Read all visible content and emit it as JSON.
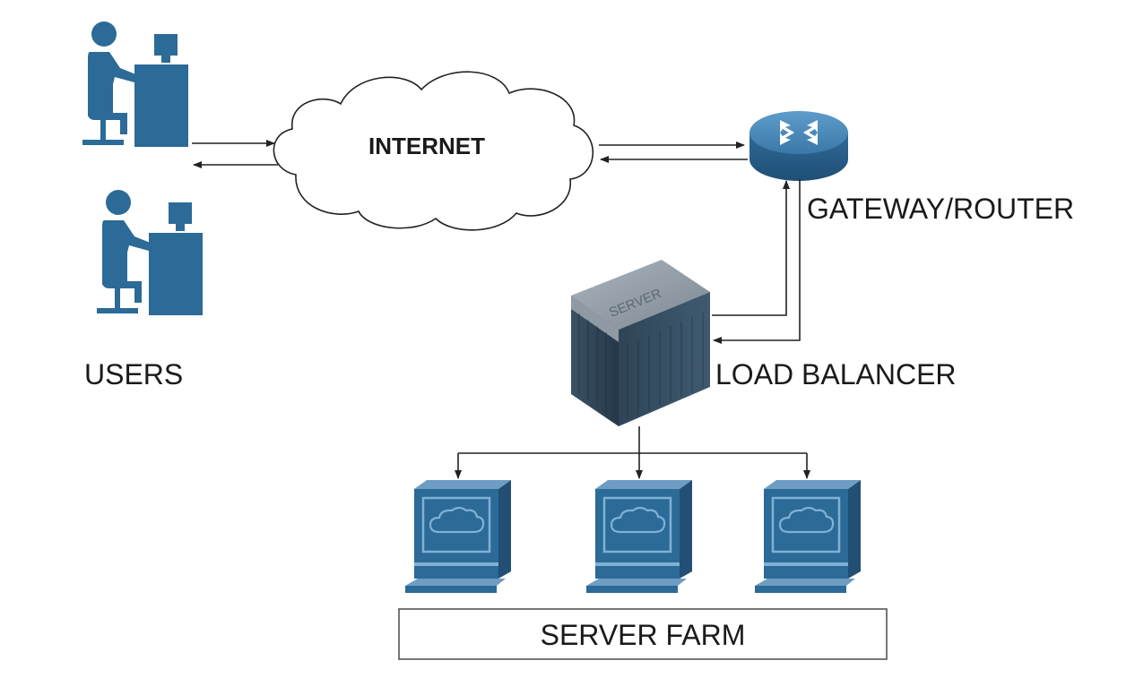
{
  "labels": {
    "internet": "INTERNET",
    "gateway": "GATEWAY/ROUTER",
    "users": "USERS",
    "load_balancer": "LOAD BALANCER",
    "server_farm": "SERVER FARM",
    "server_case_text": "SERVER"
  },
  "colors": {
    "icon_blue": "#2c6a97",
    "router_blue": "#3a78a8",
    "server_dark": "#2f4456",
    "text": "#1a1a1a"
  },
  "icons": {
    "user": "user-at-desk-icon",
    "cloud": "cloud-icon",
    "router": "router-icon",
    "server": "server-icon",
    "workstation": "workstation-icon"
  }
}
